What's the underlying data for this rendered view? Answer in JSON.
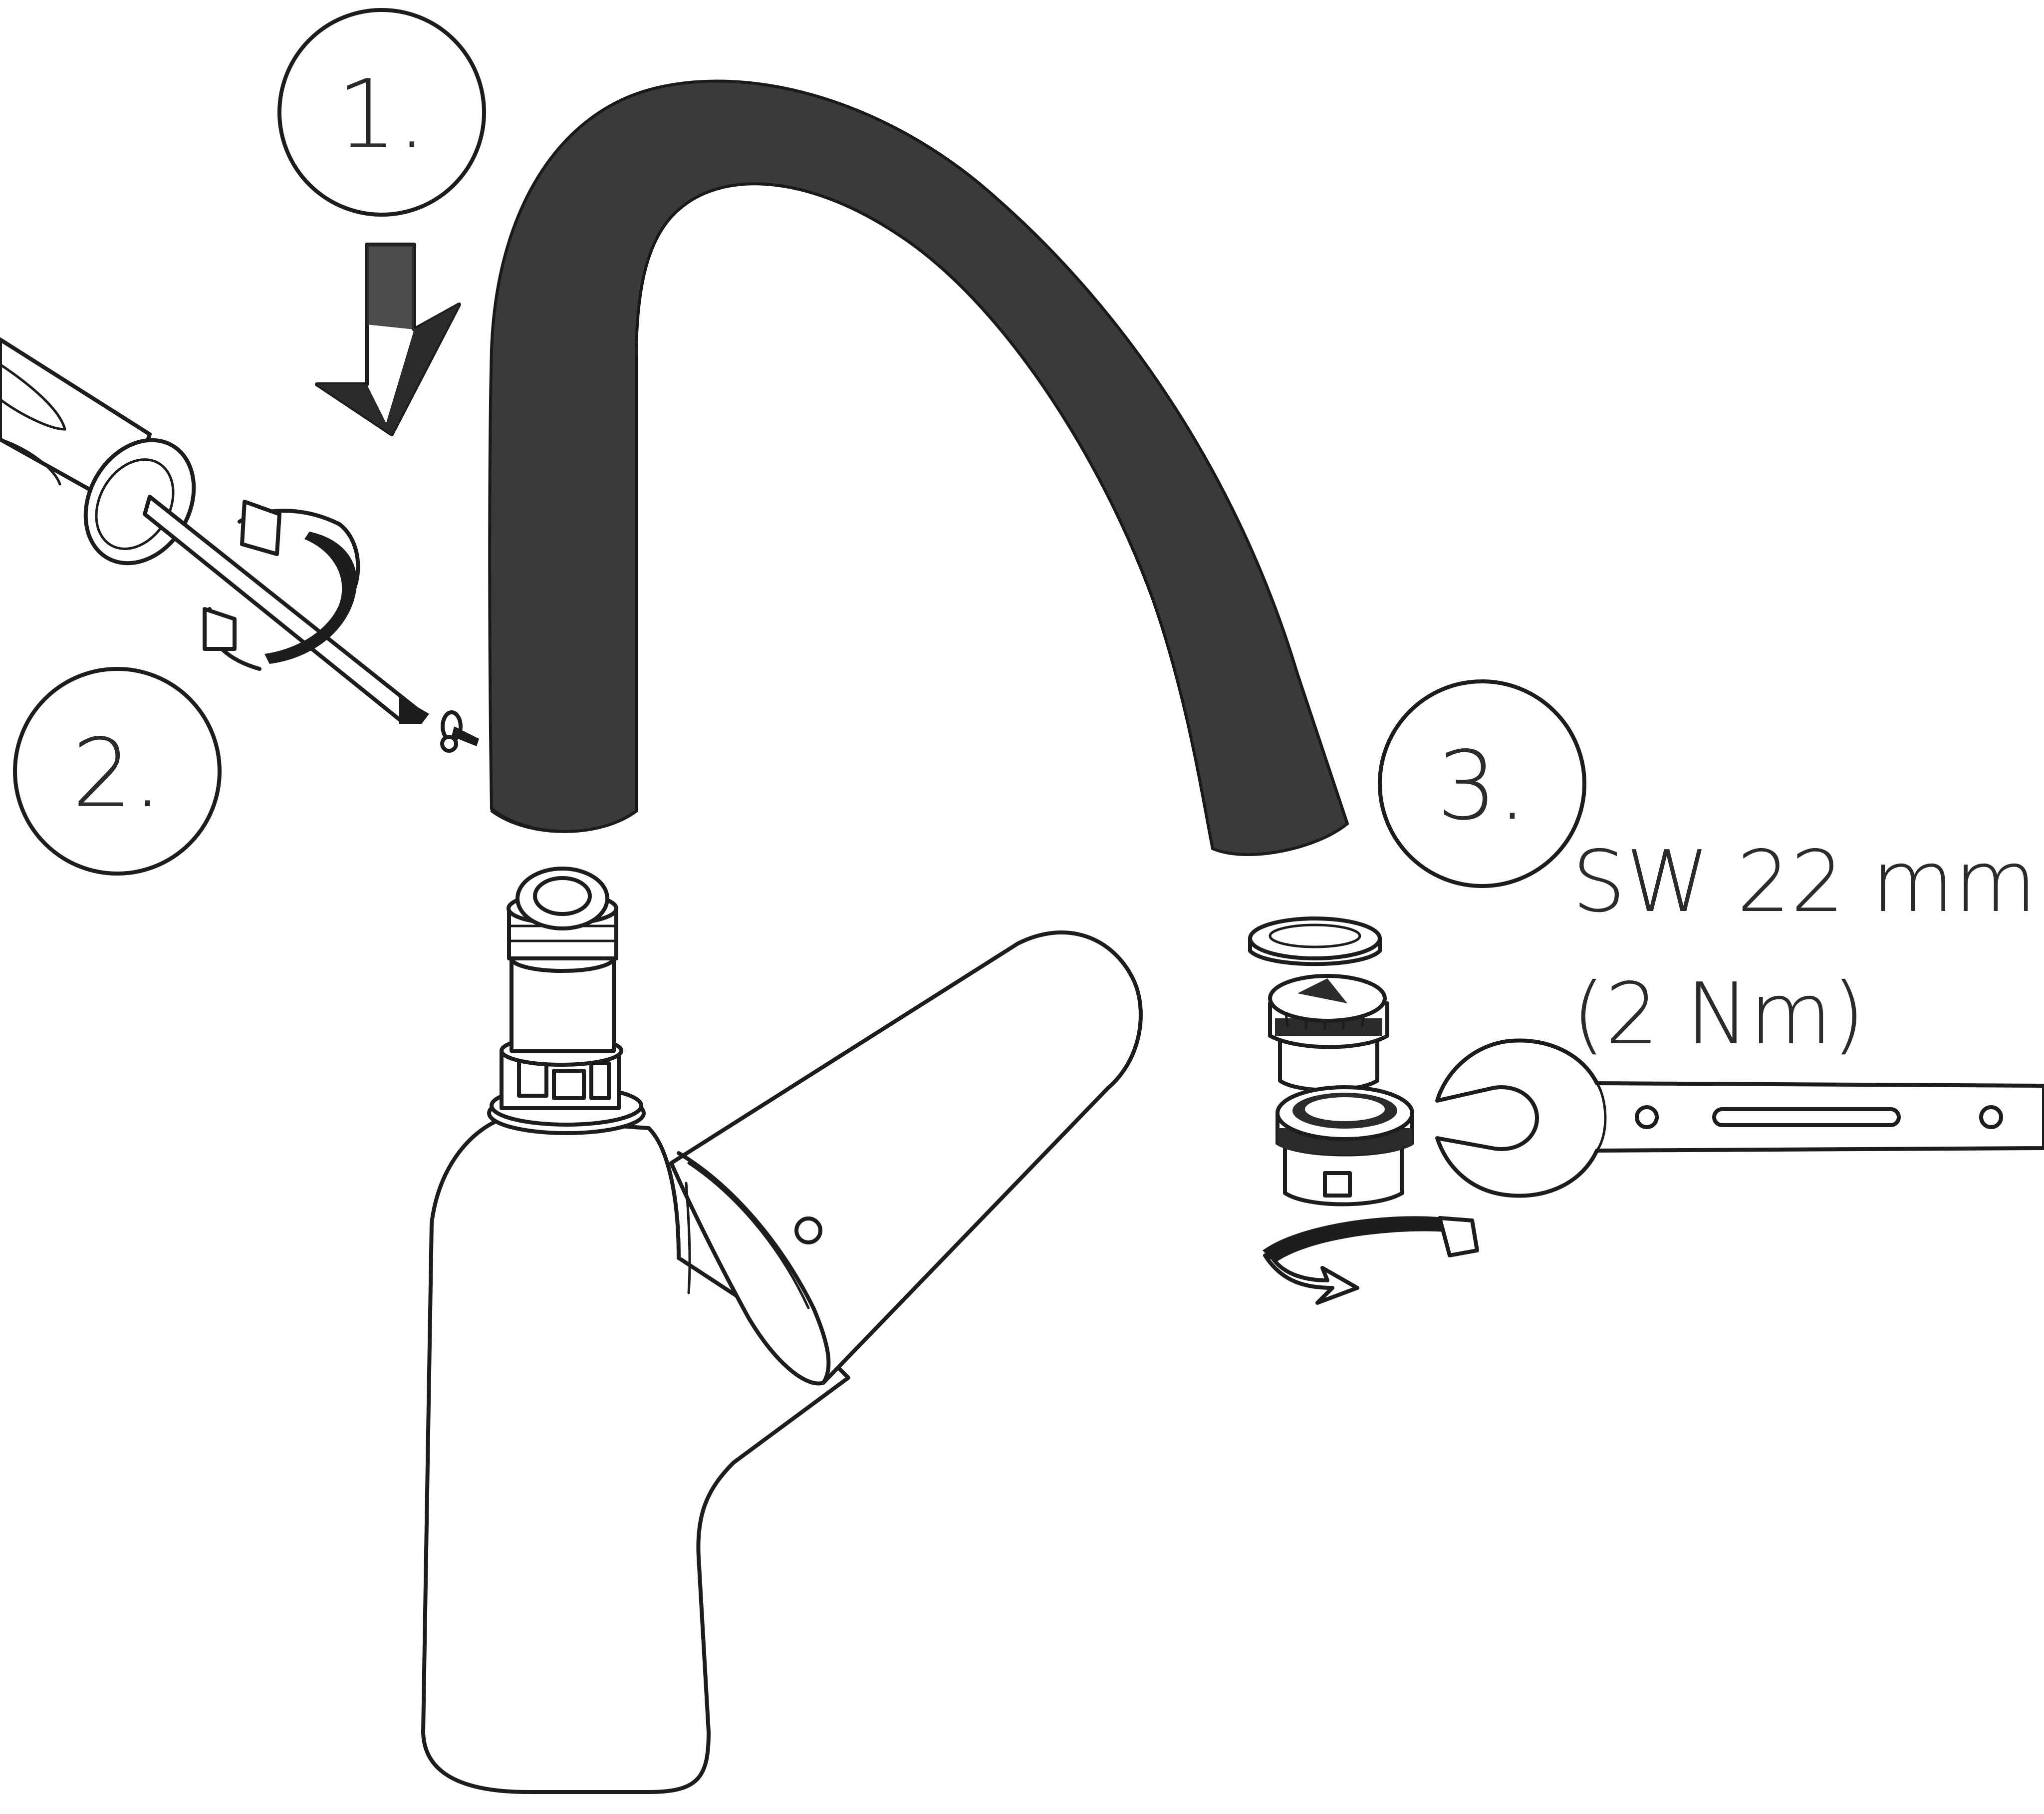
{
  "steps": {
    "step1": "1.",
    "step2": "2.",
    "step3": "3."
  },
  "spec": {
    "wrench_size": "SW 22 mm",
    "torque": "(2 Nm)"
  },
  "colors": {
    "spout": "#3a3a3a",
    "line": "#1d1d1d",
    "background": "#ffffff"
  },
  "icons": {
    "down_arrow": "arrow-down-icon",
    "rotate": "rotate-icon",
    "screwdriver": "screwdriver-icon",
    "wrench": "wrench-icon"
  }
}
